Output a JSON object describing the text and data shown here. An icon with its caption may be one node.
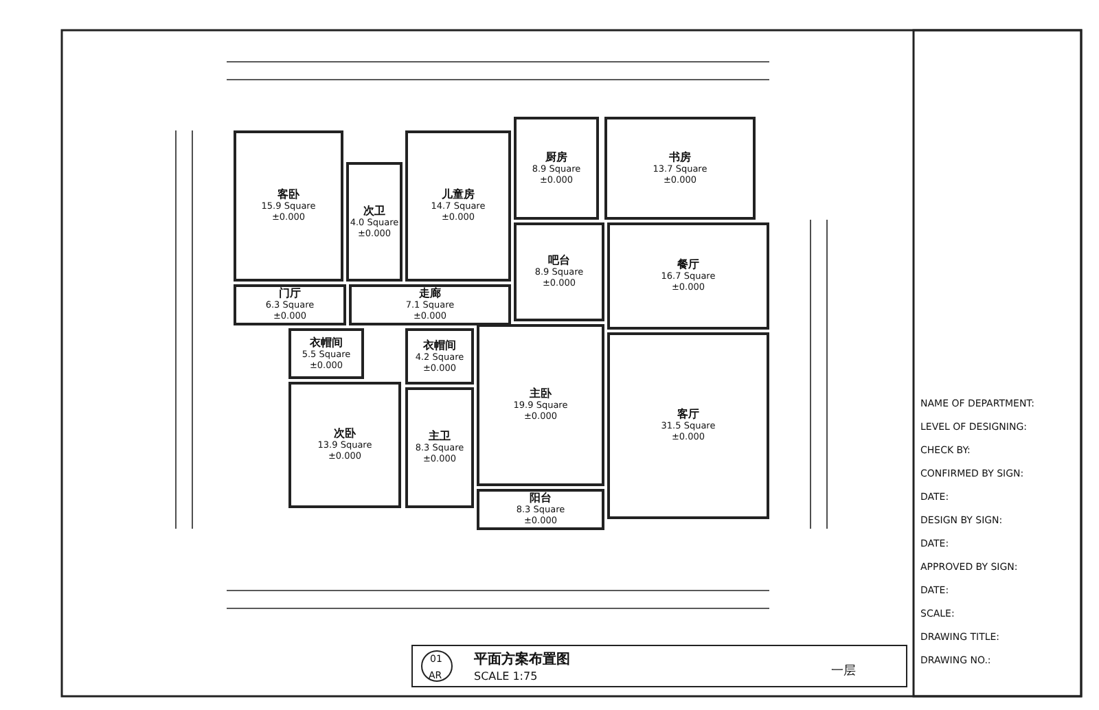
{
  "diagram": {
    "nodes": [
      {
        "text": [
          "客卧",
          "15.9 Square",
          "±0.000"
        ]
      },
      {
        "text": [
          "次卫",
          "4.0 Square",
          "±0.000"
        ]
      },
      {
        "text": [
          "儿童房",
          "14.7 Square",
          "±0.000"
        ]
      },
      {
        "text": [
          "厨房",
          "8.9 Square",
          "±0.000"
        ]
      },
      {
        "text": [
          "书房",
          "13.7 Square",
          "±0.000"
        ]
      },
      {
        "text": [
          "门厅",
          "6.3 Square",
          "±0.000"
        ]
      },
      {
        "text": [
          "走廊",
          "7.1 Square",
          "±0.000"
        ]
      },
      {
        "text": [
          "吧台",
          "8.9 Square",
          "±0.000"
        ]
      },
      {
        "text": [
          "餐厅",
          "16.7 Square",
          "±0.000"
        ]
      },
      {
        "text": [
          "衣帽间",
          "5.5 Square",
          "±0.000"
        ]
      },
      {
        "text": [
          "衣帽间",
          "4.2 Square",
          "±0.000"
        ]
      },
      {
        "text": [
          "次卧",
          "13.9 Square",
          "±0.000"
        ]
      },
      {
        "text": [
          "主卫",
          "8.3 Square",
          "±0.000"
        ]
      },
      {
        "text": [
          "主卧",
          "19.9 Square",
          "±0.000"
        ]
      },
      {
        "text": [
          "客厅",
          "31.5 Square",
          "±0.000"
        ]
      },
      {
        "text": [
          "阳台",
          "8.3 Square",
          "±0.000"
        ]
      }
    ],
    "labels": [
      "01",
      "AR",
      "平面方案布置图",
      "SCALE 1:75",
      "一层",
      "NAME OF DEPARTMENT:",
      "LEVEL OF DESIGNING:",
      "CHECK BY:",
      "CONFIRMED BY SIGN:",
      "DATE:",
      "DESIGN BY SIGN:",
      "DATE:",
      "APPROVED BY SIGN:",
      "DATE:",
      "SCALE:",
      "DRAWING TITLE:",
      "DRAWING NO.:"
    ]
  }
}
